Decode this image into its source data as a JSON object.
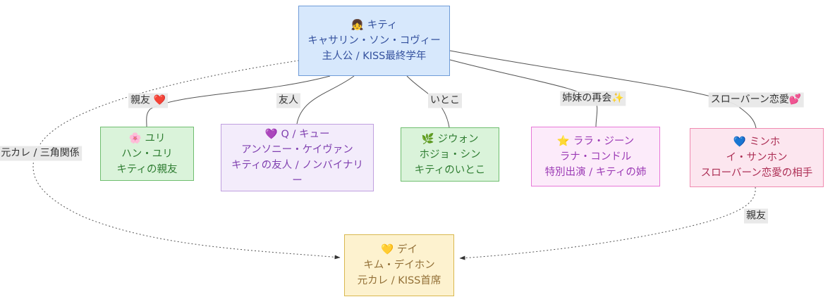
{
  "diagram_type": "character-relationship-flowchart",
  "nodes": [
    {
      "id": "kitty",
      "emoji": "👧",
      "emoji_name": "girl-emoji",
      "name": "キティ",
      "actor": "キャサリン・ソン・コヴィー",
      "role": "主人公 / KISS最終学年",
      "colors": {
        "bg": "#d7e8fc",
        "border": "#6f9bd8",
        "text": "#34519e"
      }
    },
    {
      "id": "yuri",
      "emoji": "🌸",
      "emoji_name": "cherry-blossom-emoji",
      "name": "ユリ",
      "actor": "ハン・ユリ",
      "role": "キティの親友",
      "colors": {
        "bg": "#daf3da",
        "border": "#6fbe6f",
        "text": "#2f7d32"
      }
    },
    {
      "id": "q",
      "emoji": "💜",
      "emoji_name": "purple-heart-emoji",
      "name": "Q / キュー",
      "actor": "アンソニー・ケイヴァン",
      "role": "キティの友人 / ノンバイナリー",
      "colors": {
        "bg": "#f3ecfb",
        "border": "#bf9fdf",
        "text": "#8040b0"
      }
    },
    {
      "id": "jiwon",
      "emoji": "🌿",
      "emoji_name": "herb-emoji",
      "name": "ジウォン",
      "actor": "ホジョ・シン",
      "role": "キティのいとこ",
      "colors": {
        "bg": "#daf3da",
        "border": "#6fbe6f",
        "text": "#2f7d32"
      }
    },
    {
      "id": "lara",
      "emoji": "⭐",
      "emoji_name": "star-emoji",
      "name": "ララ・ジーン",
      "actor": "ラナ・コンドル",
      "role": "特別出演 / キティの姉",
      "colors": {
        "bg": "#fcebfa",
        "border": "#e878d8",
        "text": "#9c3bb5"
      }
    },
    {
      "id": "minho",
      "emoji": "💙",
      "emoji_name": "blue-heart-emoji",
      "name": "ミンホ",
      "actor": "イ・サンホン",
      "role": "スローバーン恋愛の相手",
      "colors": {
        "bg": "#fce6ef",
        "border": "#f08bb0",
        "text": "#ad2f55"
      }
    },
    {
      "id": "dae",
      "emoji": "💛",
      "emoji_name": "yellow-heart-emoji",
      "name": "デイ",
      "actor": "キム・デイホン",
      "role": "元カレ / KISS首席",
      "colors": {
        "bg": "#fdf2cf",
        "border": "#d9b84f",
        "text": "#937037"
      }
    }
  ],
  "edges": [
    {
      "from": "キティ",
      "to": "ユリ",
      "label": "親友 ❤️",
      "style": "solid"
    },
    {
      "from": "キティ",
      "to": "Q / キュー",
      "label": "友人",
      "style": "solid"
    },
    {
      "from": "キティ",
      "to": "ジウォン",
      "label": "いとこ",
      "style": "solid"
    },
    {
      "from": "キティ",
      "to": "ララ・ジーン",
      "label": "姉妹の再会✨",
      "style": "solid"
    },
    {
      "from": "キティ",
      "to": "ミンホ",
      "label": "スローバーン恋愛💕",
      "style": "solid"
    },
    {
      "from": "キティ",
      "to": "デイ",
      "label": "元カレ / 三角関係",
      "style": "dotted-arrow"
    },
    {
      "from": "ミンホ",
      "to": "デイ",
      "label": "親友",
      "style": "dotted-arrow"
    }
  ],
  "style": {
    "edge_line_color": "#545454",
    "edge_label_bg": "#e8e8e8",
    "edge_label_text": "#333333",
    "background": "#ffffff"
  }
}
